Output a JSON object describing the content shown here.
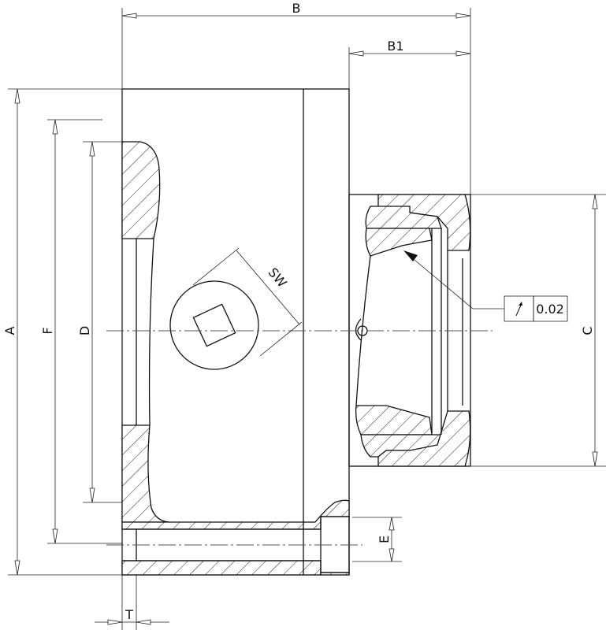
{
  "dimensions": {
    "A": "A",
    "B": "B",
    "B1": "B1",
    "C": "C",
    "D": "D",
    "E": "E",
    "F": "F",
    "T": "T",
    "SW": "SW"
  },
  "tolerance": {
    "symbol": "circular-runout-icon",
    "value": "0.02"
  }
}
